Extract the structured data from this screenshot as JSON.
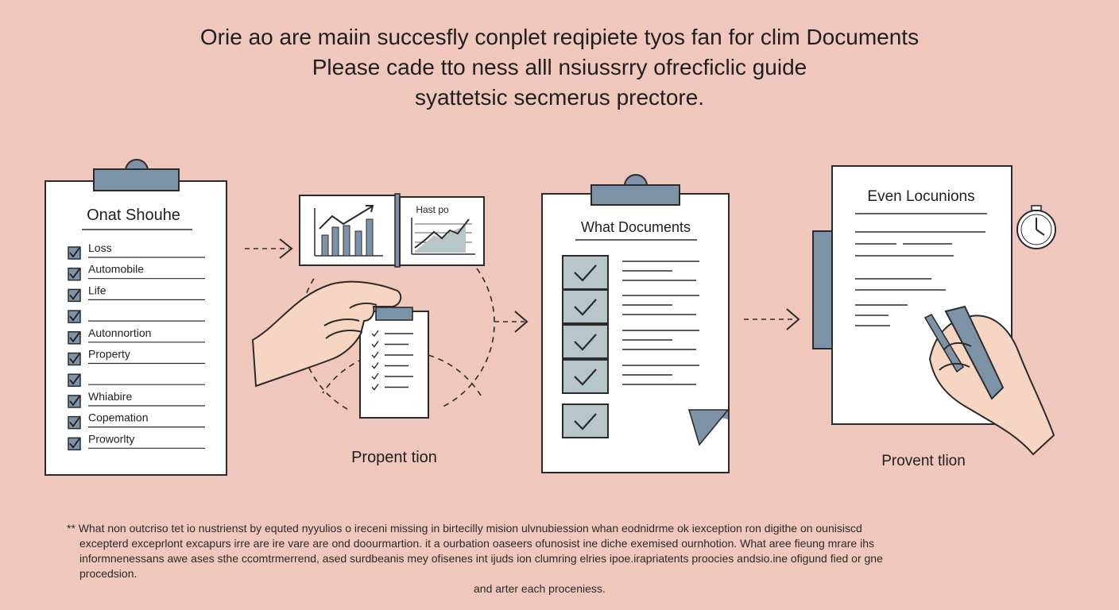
{
  "heading": {
    "line1": "Orie ao are maiin succesfly conplet reqipiete tyos fan for clim Documents",
    "line2": "Please cade tto ness alll nsiussrry ofrecficlic guide",
    "line3": "syattetsic secmerus prectore."
  },
  "panel1": {
    "title": "Onat Shouhe",
    "items": [
      {
        "label": "Loss",
        "checked": true
      },
      {
        "label": "Automobile",
        "checked": true
      },
      {
        "label": "Life",
        "checked": true
      },
      {
        "label": "",
        "checked": true
      },
      {
        "label": "Autonnortion",
        "checked": true
      },
      {
        "label": "Property",
        "checked": true
      },
      {
        "label": "",
        "checked": true
      },
      {
        "label": "Whiabire",
        "checked": true
      },
      {
        "label": "Copemation",
        "checked": true
      },
      {
        "label": "Proworlty",
        "checked": true
      }
    ]
  },
  "panel2": {
    "chart_label": "Hast po",
    "caption": "Propent tion"
  },
  "panel3": {
    "title": "What Documents"
  },
  "panel4": {
    "title": "Even Locunions",
    "caption": "Provent tlion"
  },
  "colors": {
    "background": "#efc7bc",
    "accent": "#7d93a8",
    "check_box": "#b7c6c8",
    "skin": "#f6d6c2"
  },
  "footnote": {
    "marker": "**",
    "line1": "What non outcriso tet io nustrienst by equted nyyulios o ireceni missing in birtecilly mision ulvnubiession whan eodnidrme ok iexception ron digithe on ounisiscd",
    "line2": "excepterd exceprlont excapurs irre are ire vare are ond  doourmartion. it a ourbation oaseers ofunosist ine diche exemised ournhotion.  What aree fieung mrare ihs",
    "line3": "informnenessans awe ases sthe ccomtrmerrend, ased surdbeanis mey ofisenes int ijuds ion clumring elries  ipoe.irapriatents proocies andsio.ine ofigund fied or gne",
    "line4": "procedsion.",
    "line5": "and arter each proceniess."
  }
}
